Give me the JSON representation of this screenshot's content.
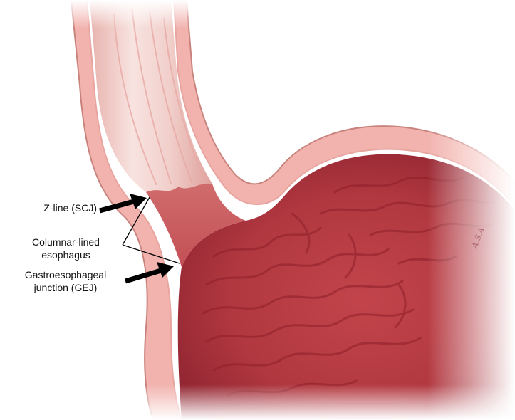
{
  "labels": {
    "zline": "Z-line (SCJ)",
    "columnar_line1": "Columnar-lined",
    "columnar_line2": "esophagus",
    "gej_line1": "Gastroesophageal",
    "gej_line2": "junction (GEJ)"
  },
  "signature": "A.S.A",
  "colors": {
    "wall_outer": "#f2b3ae",
    "wall_stroke": "#c9837d",
    "esophagus_mucosa": "#ecc0bb",
    "columnar_lining": "#cc5a5e",
    "stomach_mucosa": "#b8383f",
    "rugae": "#8e1f2a",
    "pointer": "#000000"
  }
}
